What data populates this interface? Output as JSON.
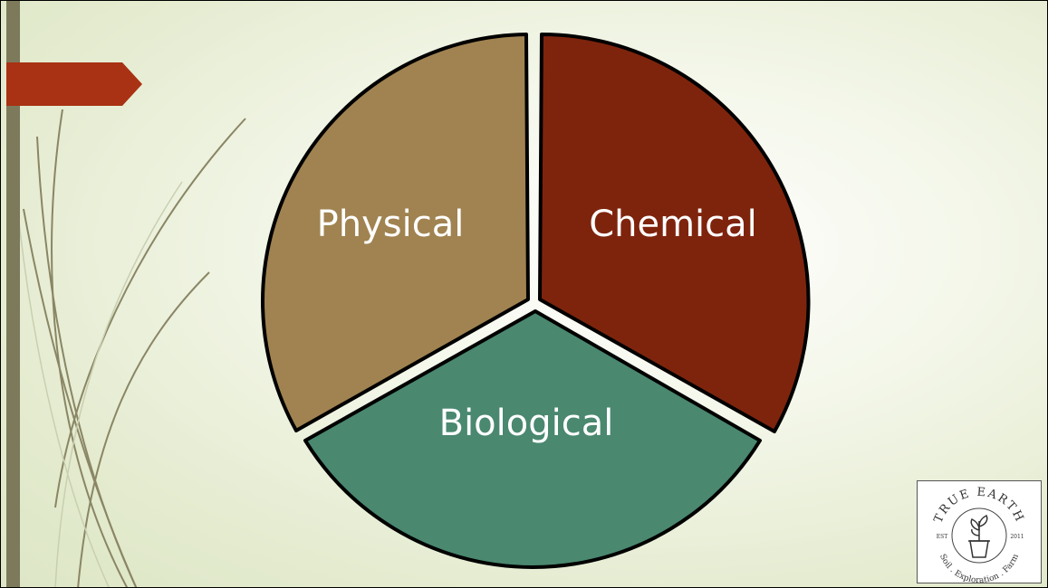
{
  "diagram": {
    "segments": [
      {
        "label": "Physical",
        "color": "#a08351"
      },
      {
        "label": "Chemical",
        "color": "#7e240d"
      },
      {
        "label": "Biological",
        "color": "#4a8870"
      }
    ]
  },
  "logo": {
    "top_text": "TRUE EARTH",
    "bottom_text": "Soil . Exploration . Farm",
    "left_text": "EST",
    "right_text": "2011"
  },
  "theme": {
    "accent_color": "#a83213",
    "bar_color": "#7d7a5c",
    "outline_color": "#000000"
  }
}
